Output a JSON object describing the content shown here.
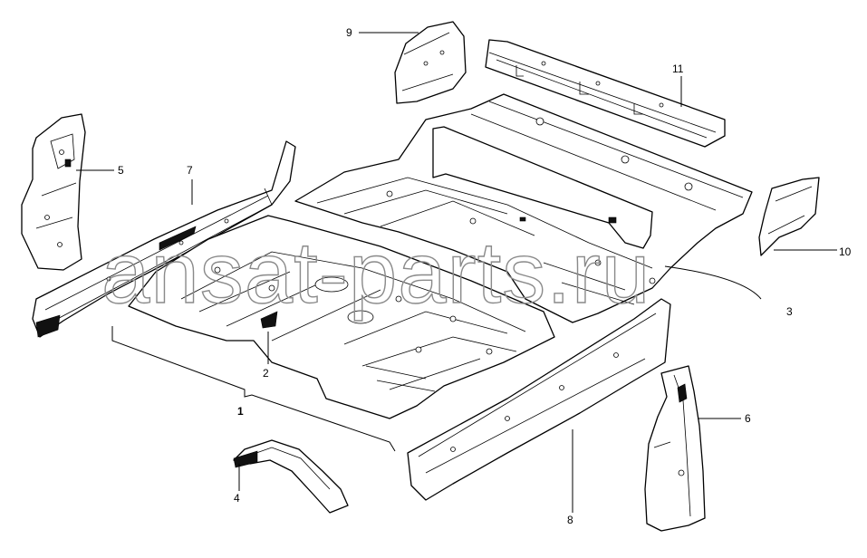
{
  "diagram": {
    "watermark": "ansat-parts.ru",
    "callouts": [
      {
        "id": "1",
        "label": "1"
      },
      {
        "id": "2",
        "label": "2"
      },
      {
        "id": "3",
        "label": "3"
      },
      {
        "id": "4",
        "label": "4"
      },
      {
        "id": "5",
        "label": "5"
      },
      {
        "id": "6",
        "label": "6"
      },
      {
        "id": "7",
        "label": "7"
      },
      {
        "id": "8",
        "label": "8"
      },
      {
        "id": "9",
        "label": "9"
      },
      {
        "id": "10",
        "label": "10"
      },
      {
        "id": "11",
        "label": "11"
      }
    ]
  }
}
